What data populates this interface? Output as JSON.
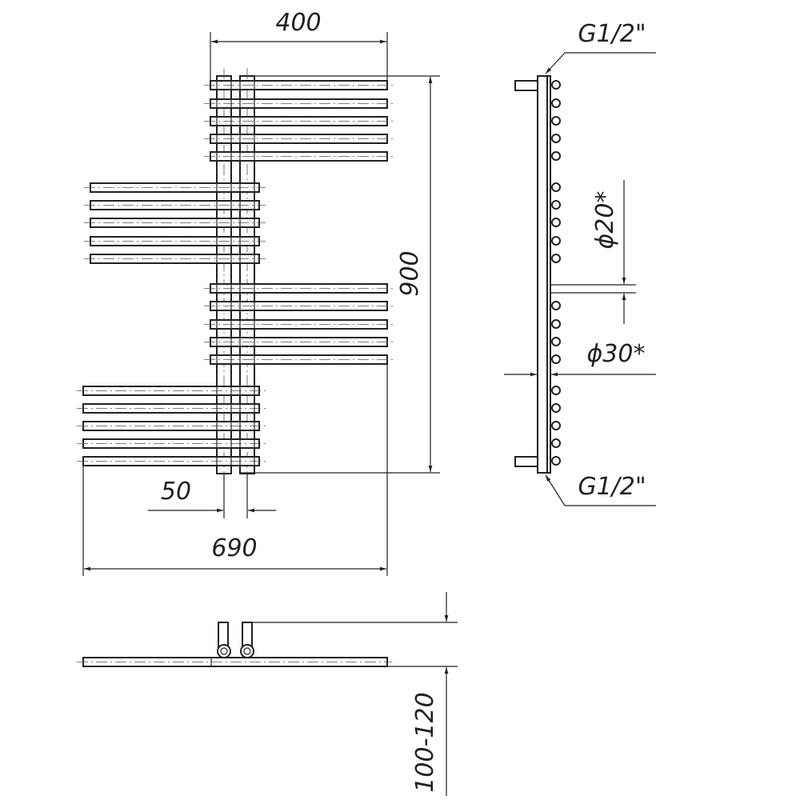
{
  "front_view": {
    "width_top": "400",
    "height": "900",
    "pipe_spacing": "50",
    "width_total": "690"
  },
  "side_view": {
    "connection_top": "G1/2\"",
    "connection_bottom": "G1/2\"",
    "tube_small": "ϕ20*",
    "tube_large": "ϕ30*"
  },
  "top_view": {
    "wall_distance": "100-120"
  },
  "colors": {
    "line": "#222222",
    "background": "#ffffff"
  }
}
